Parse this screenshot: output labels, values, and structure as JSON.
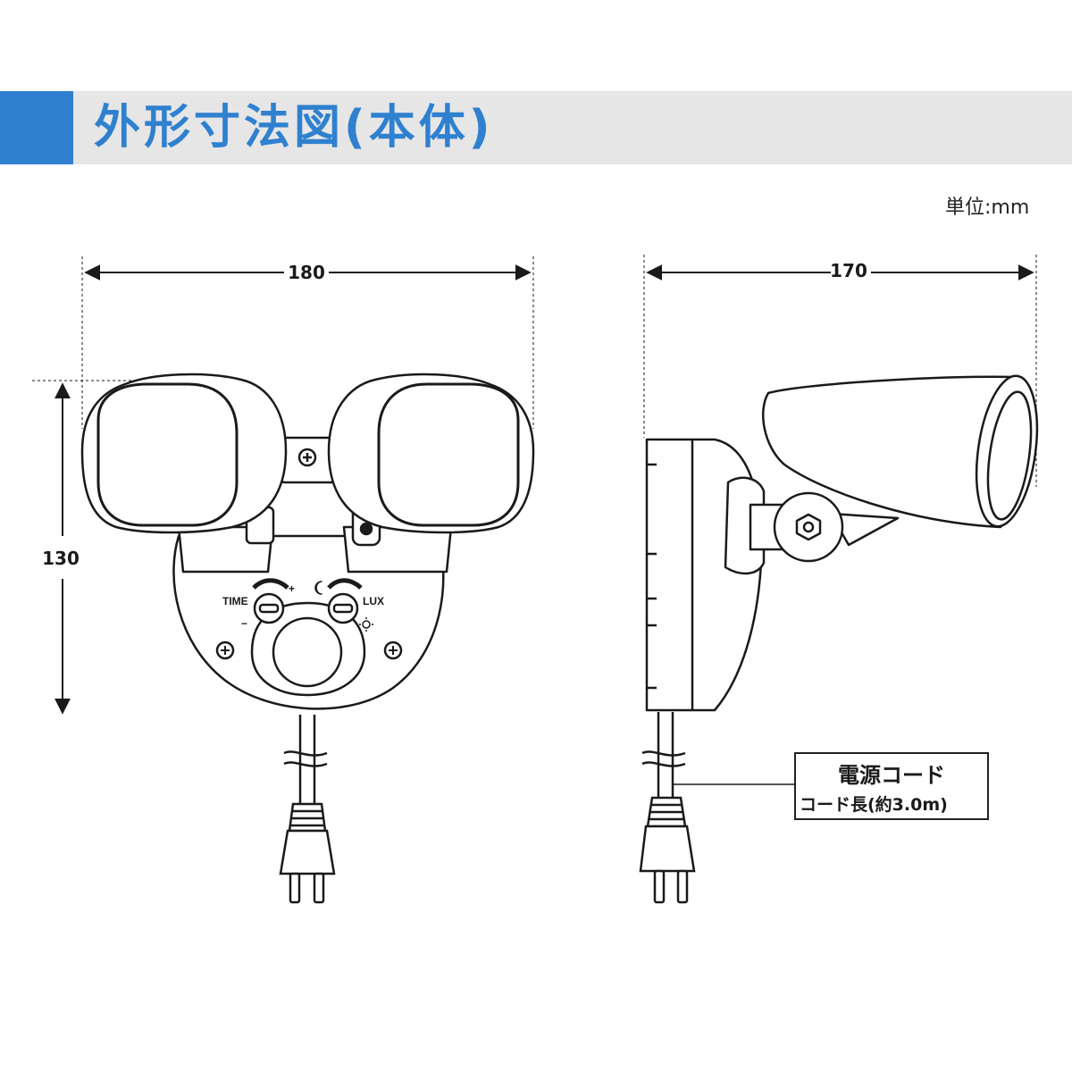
{
  "header": {
    "title": "外形寸法図(本体)",
    "accent_color": "#2f80cf",
    "band_color": "#e6e6e6"
  },
  "unit_label": "単位:mm",
  "dimensions": {
    "front_width": "180",
    "front_height": "130",
    "side_depth": "170"
  },
  "controls": {
    "time_label": "TIME",
    "lux_label": "LUX",
    "plus": "+",
    "minus": "−"
  },
  "callout": {
    "title": "電源コード",
    "subtitle": "コード長(約3.0m)"
  }
}
